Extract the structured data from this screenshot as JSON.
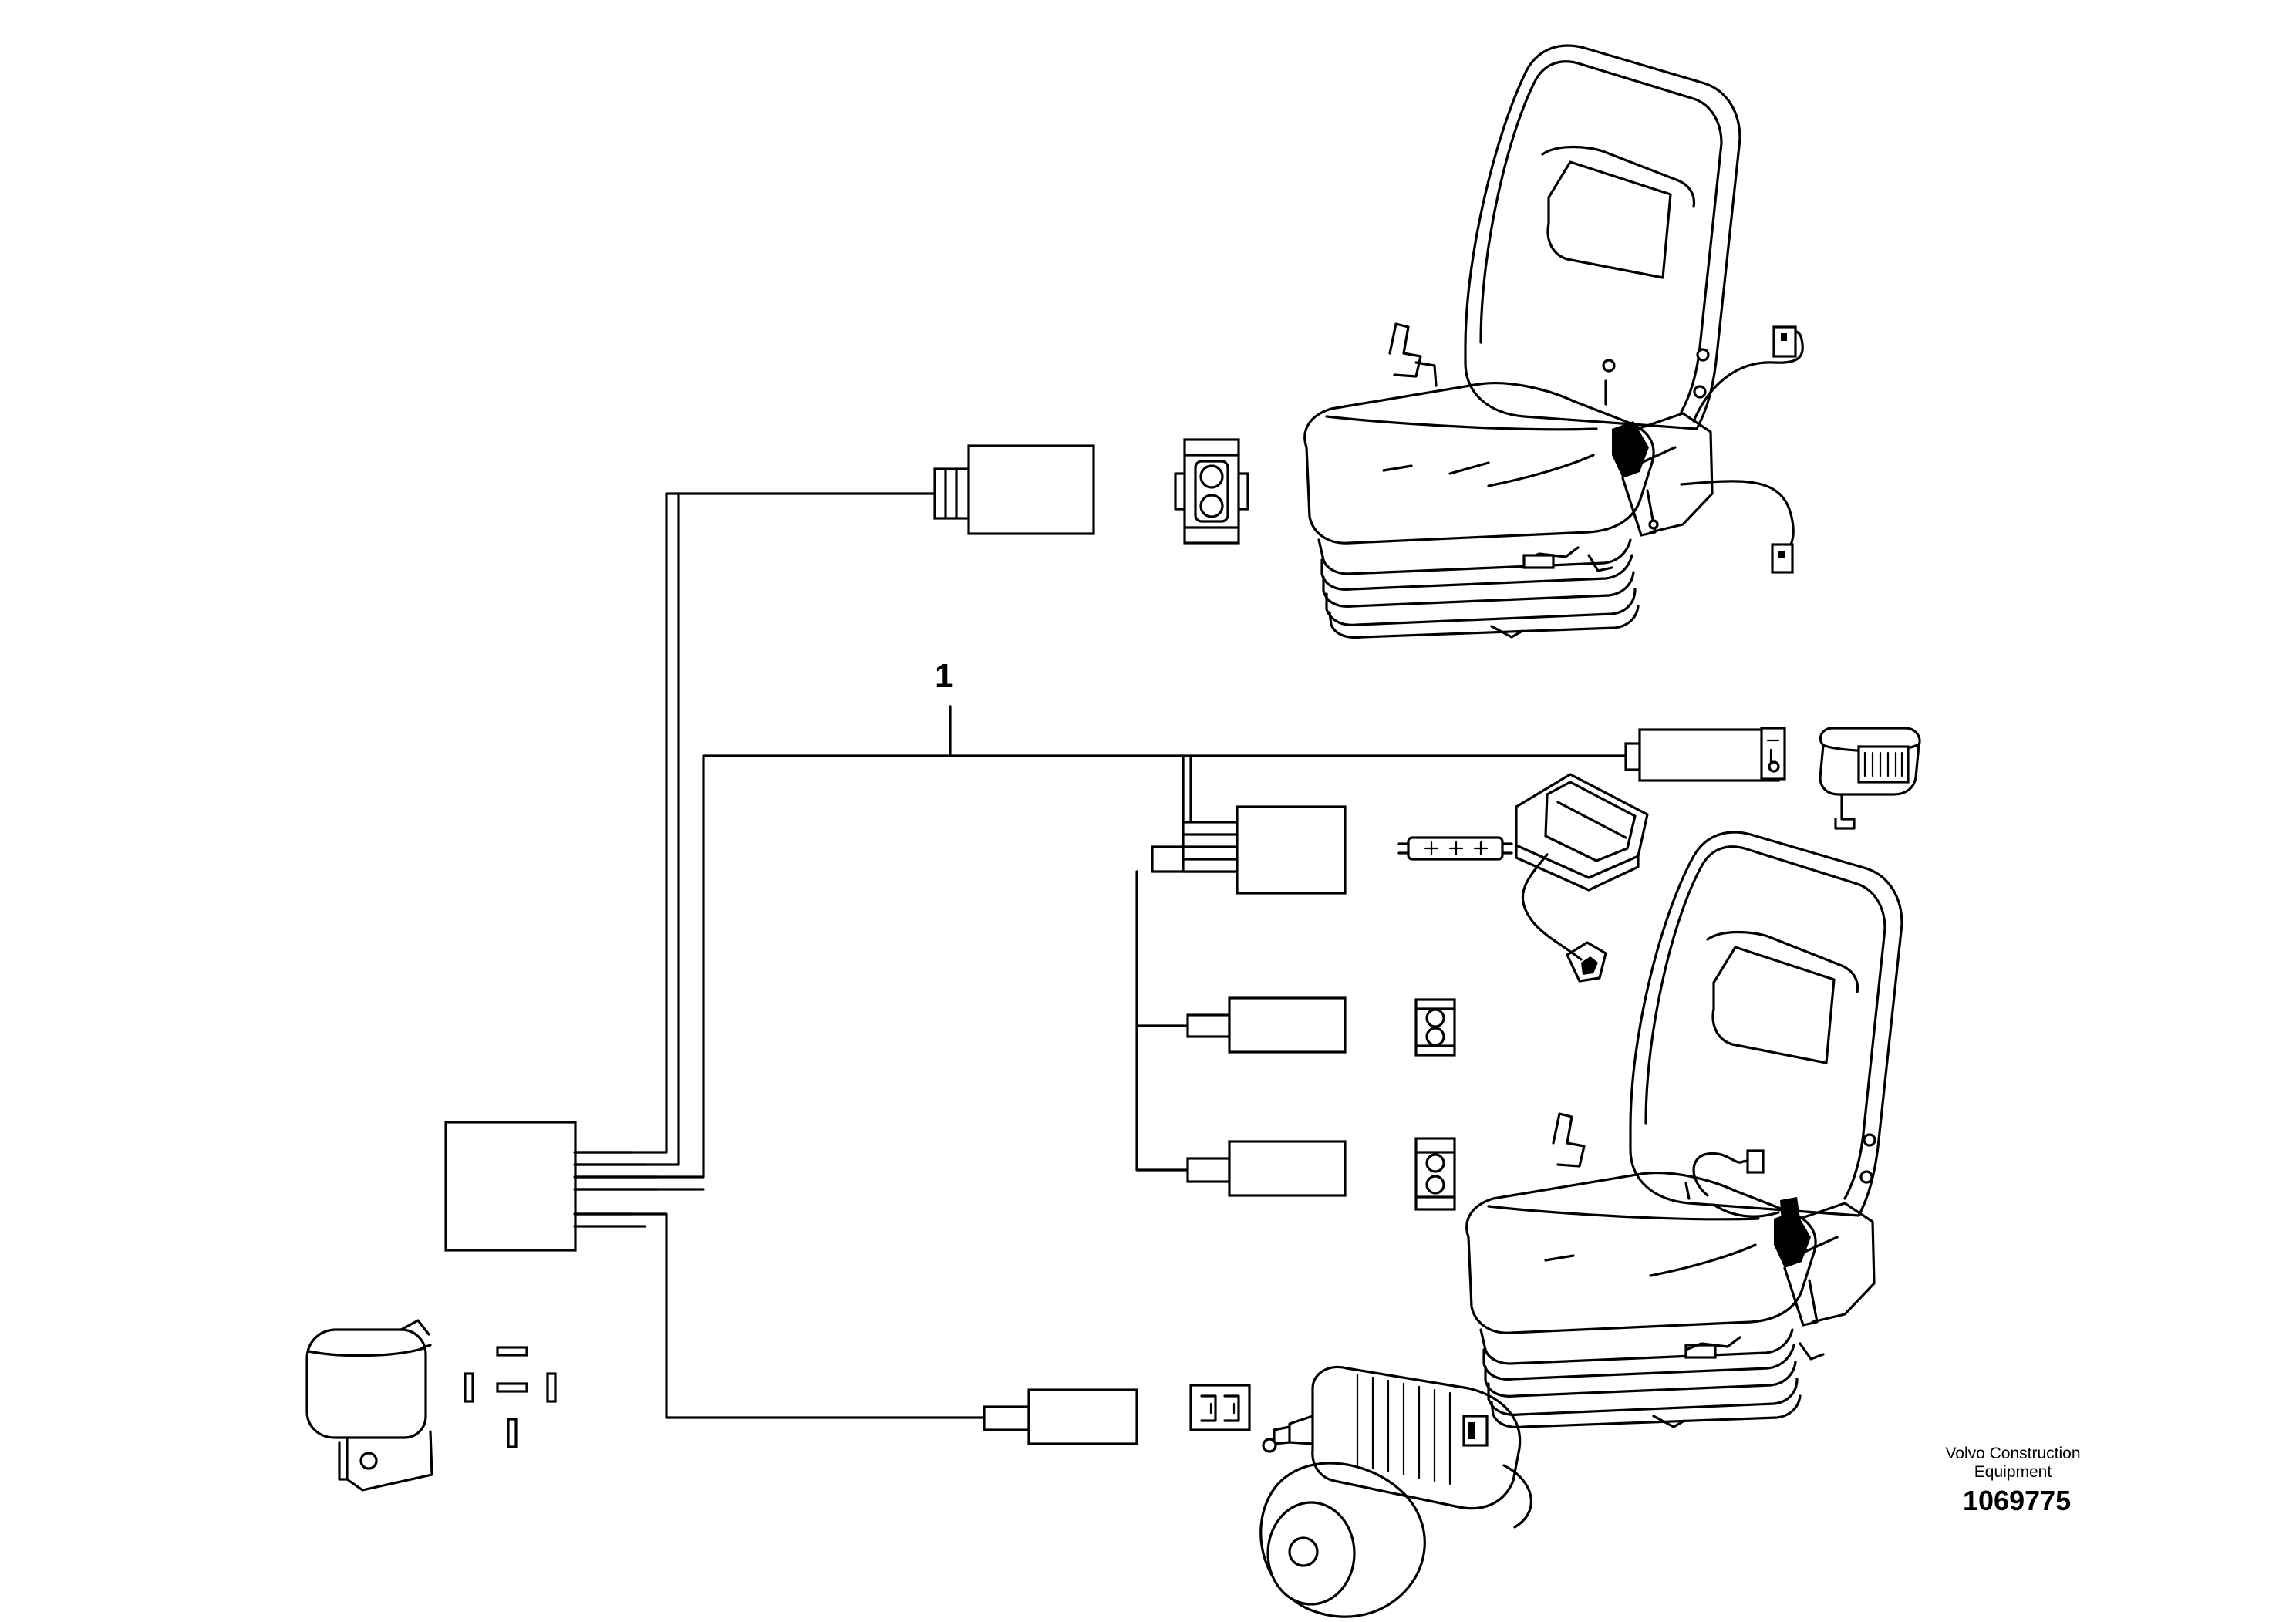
{
  "diagram": {
    "callouts": [
      {
        "number": "1"
      }
    ],
    "footer": {
      "brand_line_1": "Volvo Construction",
      "brand_line_2": "Equipment",
      "drawing_number": "1069775"
    }
  }
}
